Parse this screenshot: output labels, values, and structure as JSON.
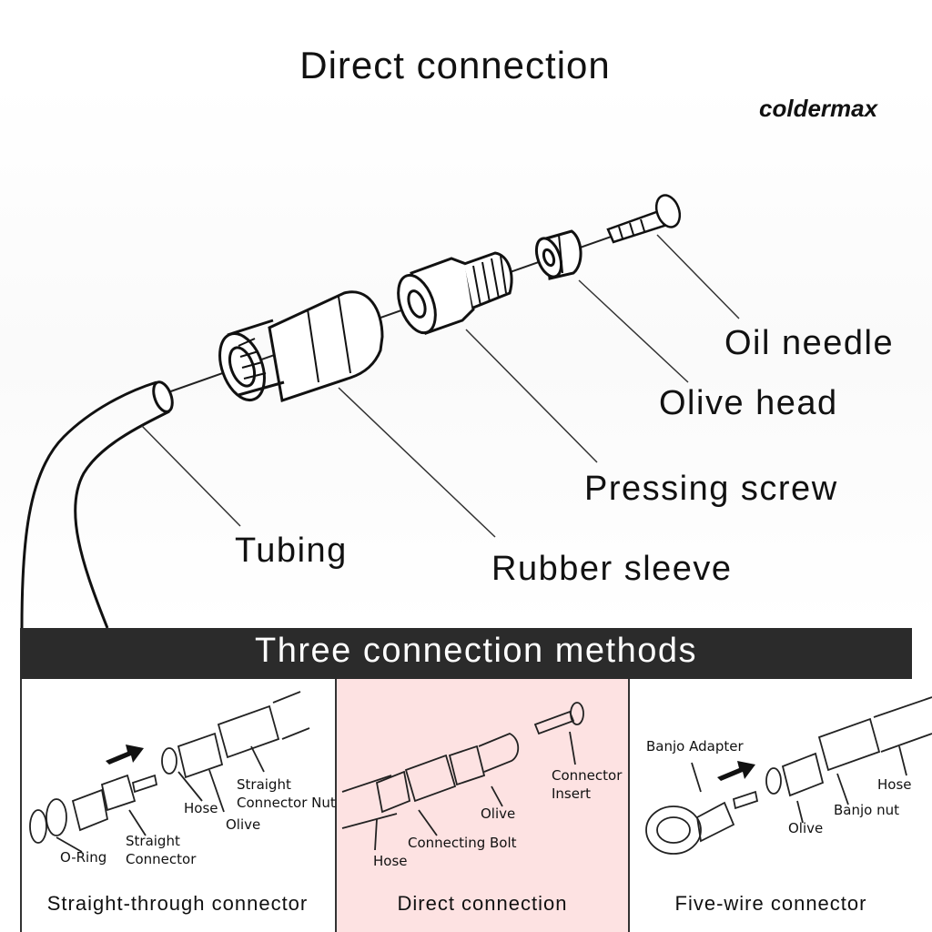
{
  "title": "Direct connection",
  "brand": "coldermax",
  "main_labels": {
    "oil_needle": "Oil needle",
    "olive_head": "Olive head",
    "pressing_screw": "Pressing screw",
    "tubing": "Tubing",
    "rubber_sleeve": "Rubber sleeve"
  },
  "methods_banner": "Three connection methods",
  "panels": [
    {
      "caption": "Straight-through connector",
      "labels": {
        "straight_connector_nut_1": "Straight",
        "straight_connector_nut_2": "Connector Nut",
        "hose": "Hose",
        "olive": "Olive",
        "o_ring": "O-Ring",
        "straight_connector_1": "Straight",
        "straight_connector_2": "Connector"
      }
    },
    {
      "caption": "Direct connection",
      "bg": "#fde2e2",
      "labels": {
        "connector_insert_1": "Connector",
        "connector_insert_2": "Insert",
        "olive": "Olive",
        "connecting_bolt": "Connecting Bolt",
        "hose": "Hose"
      }
    },
    {
      "caption": "Five-wire connector",
      "labels": {
        "banjo_adapter": "Banjo Adapter",
        "hose": "Hose",
        "banjo_nut": "Banjo nut",
        "olive": "Olive"
      }
    }
  ]
}
